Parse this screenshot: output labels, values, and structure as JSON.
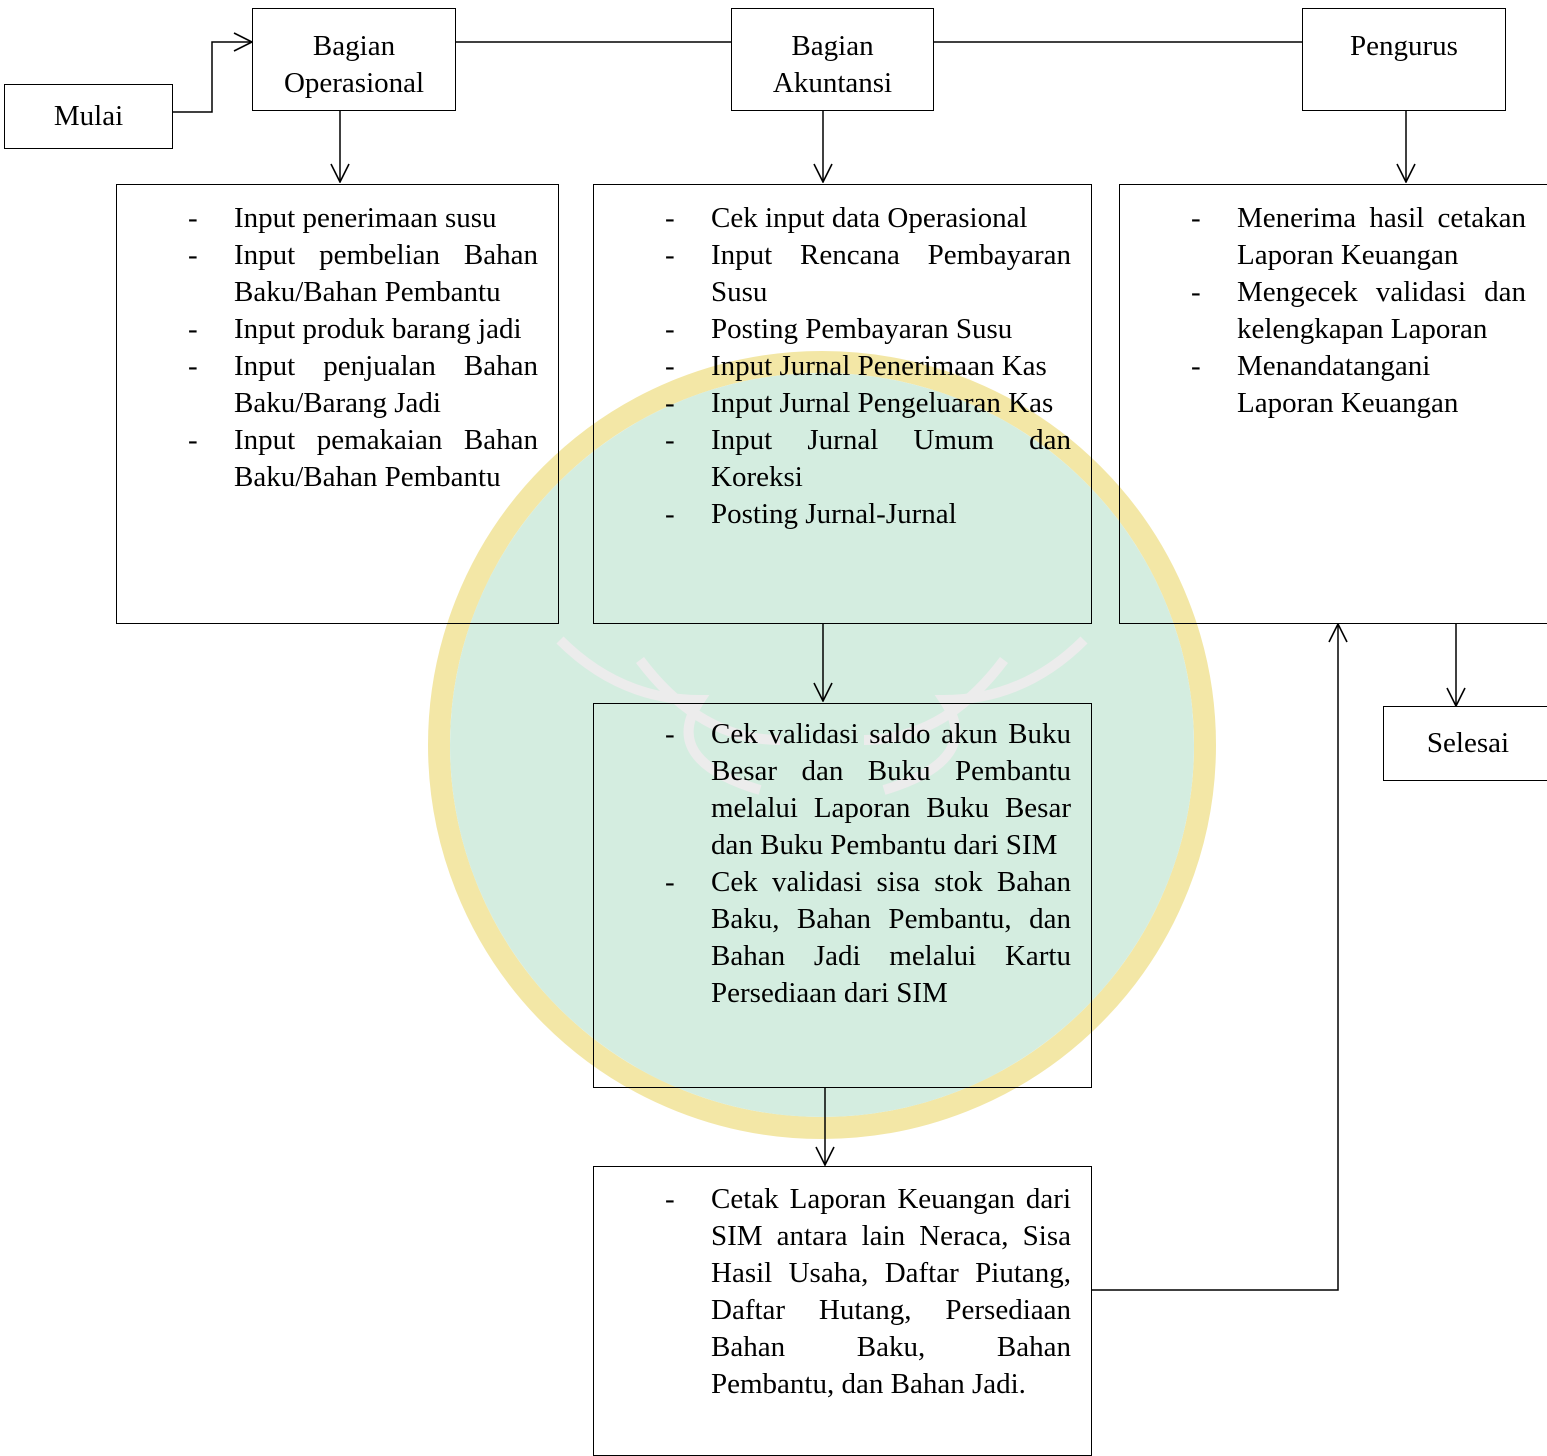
{
  "watermark": {
    "colors": {
      "green": "#d4ede0",
      "yellow": "#f3e7a6",
      "gray": "#ececec"
    }
  },
  "nodes": {
    "mulai": "Mulai",
    "operasional": "Bagian\nOperasional",
    "akuntansi": "Bagian\nAkuntansi",
    "pengurus": "Pengurus",
    "selesai": "Selesai"
  },
  "operasional_tasks": [
    "Input penerimaan susu",
    "Input pembelian Bahan Baku/Bahan Pembantu",
    "Input produk barang jadi",
    "Input penjualan Bahan Baku/Barang Jadi",
    "Input pemakaian Bahan Baku/Bahan Pembantu"
  ],
  "akuntansi_tasks": [
    "Cek input data Operasional",
    "Input Rencana Pembayaran Susu",
    "Posting Pembayaran Susu",
    "Input Jurnal Penerimaan Kas",
    "Input Jurnal Pengeluaran Kas",
    "Input Jurnal Umum dan Koreksi",
    "Posting Jurnal-Jurnal"
  ],
  "pengurus_tasks": [
    "Menerima hasil cetakan Laporan Keuangan",
    "Mengecek validasi dan kelengkapan Laporan",
    "Menandatangani Laporan Keuangan"
  ],
  "validasi_tasks": [
    "Cek validasi saldo akun Buku Besar dan Buku Pembantu melalui Laporan Buku Besar dan Buku Pembantu dari SIM",
    "Cek validasi sisa stok Bahan Baku, Bahan Pembantu, dan Bahan Jadi melalui Kartu Persediaan dari SIM"
  ],
  "cetak_tasks": [
    "Cetak Laporan Keuangan dari SIM antara lain Neraca, Sisa Hasil Usaha, Daftar Piutang, Daftar Hutang, Persediaan Bahan Baku, Bahan Pembantu, dan Bahan Jadi."
  ]
}
